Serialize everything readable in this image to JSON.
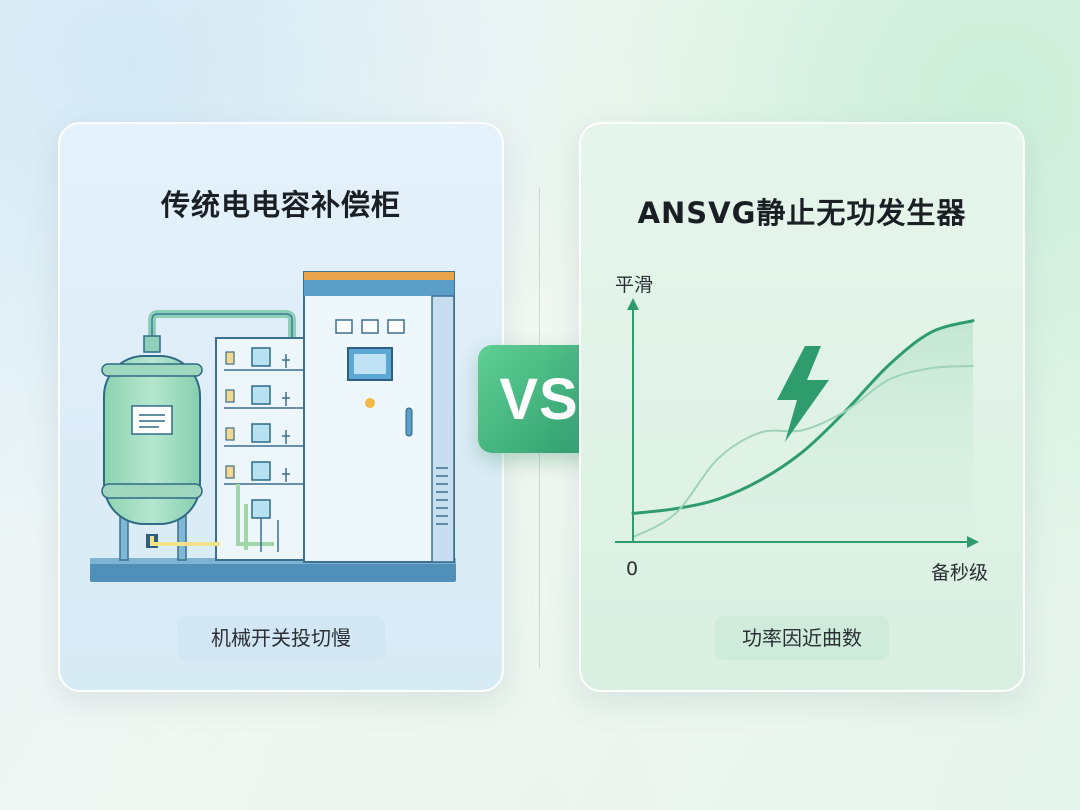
{
  "left": {
    "title": "传统电电容补偿柜",
    "caption": "机械开关投切慢"
  },
  "right": {
    "title": "ANSVG静止无功发生器",
    "caption": "功率因近曲数"
  },
  "vs_label": "VS",
  "chart_data": {
    "type": "line",
    "ylabel": "平滑",
    "xlabel": "备秒级",
    "origin_label": "0",
    "series": [
      {
        "values": [
          0.12,
          0.14,
          0.18,
          0.26,
          0.38,
          0.55,
          0.74,
          0.88,
          0.93
        ]
      },
      {
        "values": [
          0.02,
          0.12,
          0.35,
          0.46,
          0.47,
          0.55,
          0.68,
          0.73,
          0.74
        ]
      }
    ]
  },
  "colors": {
    "accent_green": "#2e9c6d",
    "accent_blue": "#5b9fc8",
    "cabinet_top": "#e8a44a"
  },
  "icons": {
    "bolt": "lightning-bolt-icon"
  }
}
